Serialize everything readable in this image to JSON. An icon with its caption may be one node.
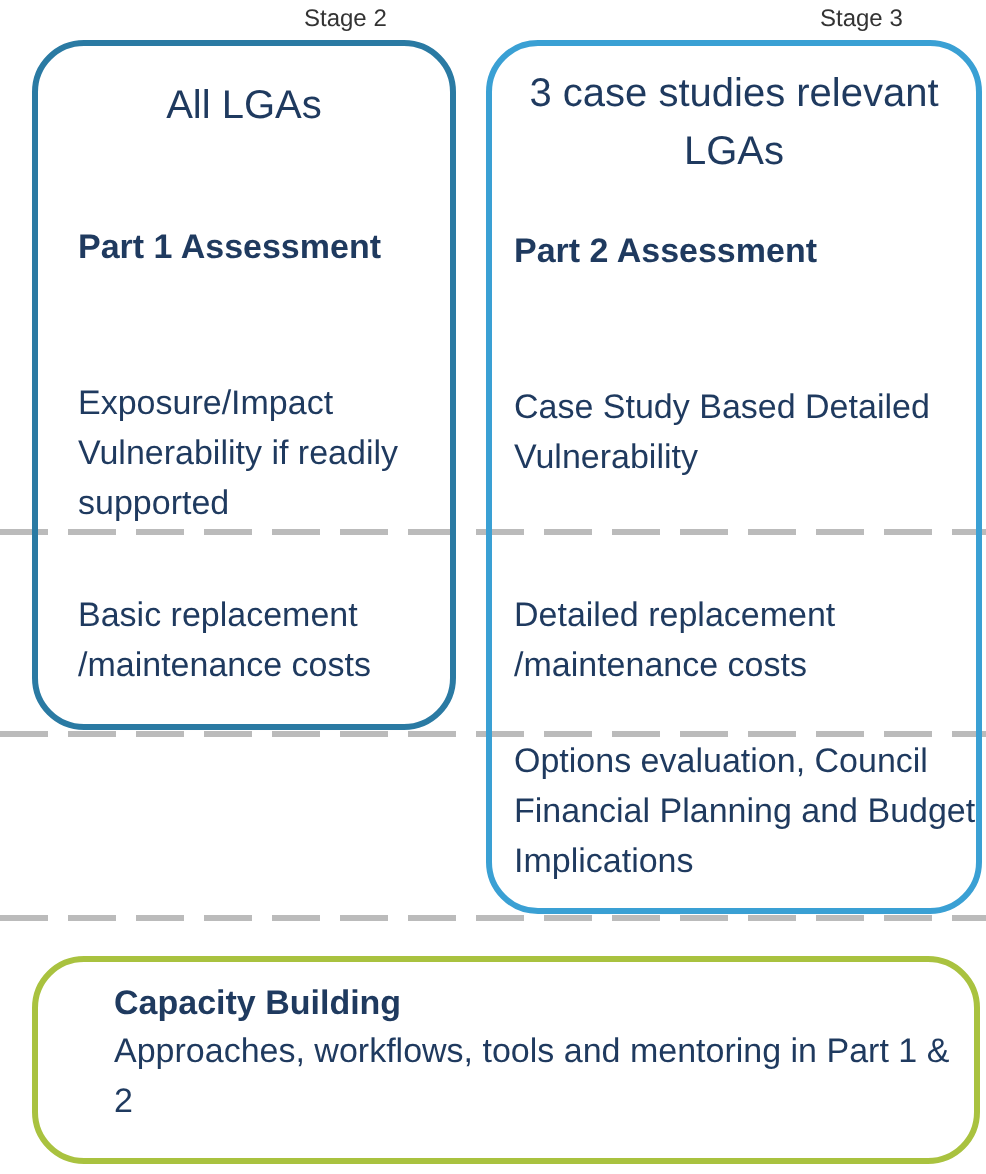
{
  "diagram": {
    "nodes": [
      {
        "text": [
          "All LGAs",
          "Part 1 Assessment",
          "Exposure/Impact Vulnerability if readily supported",
          "Basic replacement /maintenance costs"
        ],
        "beside": [
          "Stage 2"
        ]
      },
      {
        "text": [
          "3 case studies relevant LGAs",
          "Part 2 Assessment",
          "Case Study Based Detailed Vulnerability",
          "Detailed replacement /maintenance costs",
          "Options evaluation, Council Financial Planning and Budget Implications"
        ],
        "beside": [
          "Stage 3"
        ]
      },
      {
        "text": [
          "Capacity Building",
          "Approaches, workflows, tools and mentoring in Part 1 & 2"
        ]
      }
    ],
    "edges": []
  }
}
